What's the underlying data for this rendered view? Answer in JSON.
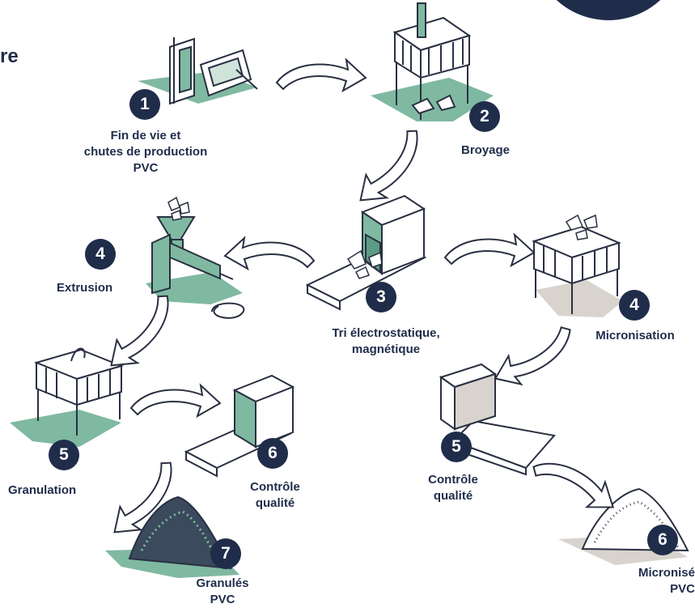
{
  "colors": {
    "navy": "#1f2d4a",
    "green": "#7fb9a1",
    "green_dark": "#5c9c84",
    "grey": "#d8d3cc",
    "outline": "#2a3042"
  },
  "header_partial_text": "re",
  "steps": {
    "s1": {
      "number": "1",
      "label": "Fin de vie et\nchutes de production\nPVC"
    },
    "s2": {
      "number": "2",
      "label": "Broyage"
    },
    "s3": {
      "number": "3",
      "label": "Tri électrostatique,\nmagnétique"
    },
    "s4a": {
      "number": "4",
      "label": "Extrusion"
    },
    "s4b": {
      "number": "4",
      "label": "Micronisation"
    },
    "s5a": {
      "number": "5",
      "label": "Granulation"
    },
    "s5b": {
      "number": "5",
      "label": "Contrôle\nqualité"
    },
    "s6a": {
      "number": "6",
      "label": "Contrôle\nqualité"
    },
    "s6b": {
      "number": "6",
      "label": "Micronisé\nPVC"
    },
    "s7": {
      "number": "7",
      "label": "Granulés\nPVC"
    }
  },
  "icons": [
    "window-frame-icon",
    "shredder-icon",
    "separator-machine-icon",
    "extruder-icon",
    "micronizer-icon",
    "granulator-icon",
    "quality-control-machine-icon",
    "granules-pile-icon",
    "micronized-powder-pile-icon",
    "flow-arrow-icon"
  ]
}
